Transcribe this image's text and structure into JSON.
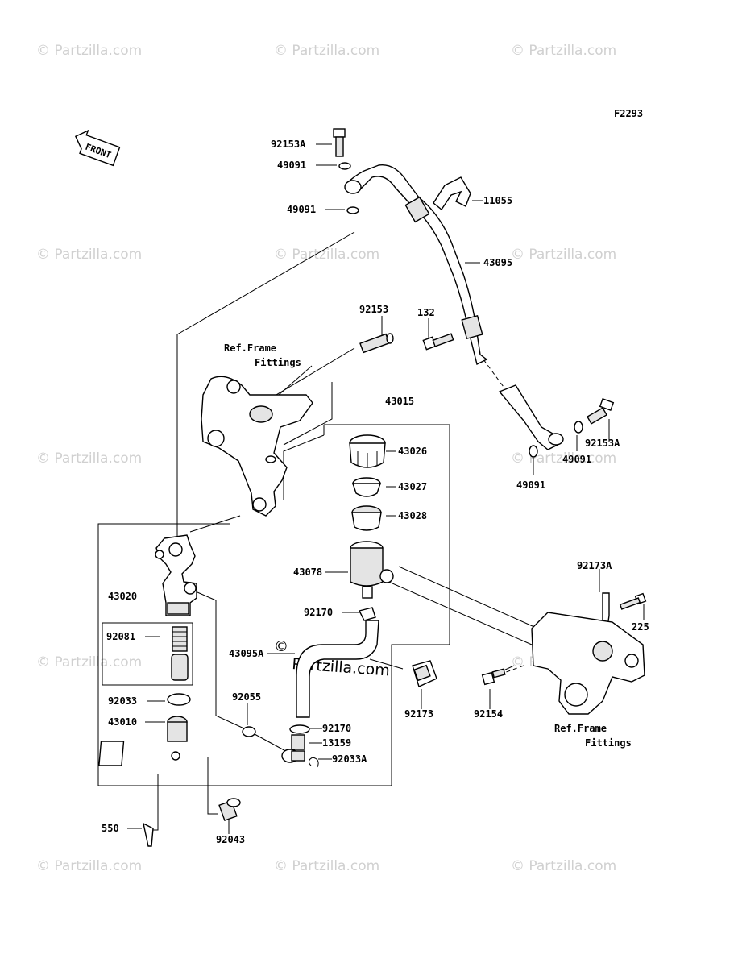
{
  "figure_code": "F2293",
  "front_label": "FRONT",
  "watermark": "© Partzilla.com",
  "center_watermark": "Partzilla.com",
  "center_watermark_symbol": "©",
  "ref_text": {
    "top_line1": "Ref.Frame",
    "top_line2": "Fittings",
    "bottom_line1": "Ref.Frame",
    "bottom_line2": "Fittings"
  },
  "parts": {
    "p92153A_top": "92153A",
    "p49091_a": "49091",
    "p49091_b": "49091",
    "p11055": "11055",
    "p43095": "43095",
    "p132": "132",
    "p92153": "92153",
    "p43015": "43015",
    "p43026": "43026",
    "p43027": "43027",
    "p43028": "43028",
    "p92153A_right": "92153A",
    "p49091_c": "49091",
    "p49091_d": "49091",
    "p43078": "43078",
    "p92173A": "92173A",
    "p225": "225",
    "p92170_a": "92170",
    "p43020": "43020",
    "p92081": "92081",
    "p43095A": "43095A",
    "p92173": "92173",
    "p92154": "92154",
    "p92055": "92055",
    "p92033": "92033",
    "p43010": "43010",
    "p92170_b": "92170",
    "p13159": "13159",
    "p92033A": "92033A",
    "p550": "550",
    "p92043": "92043"
  }
}
